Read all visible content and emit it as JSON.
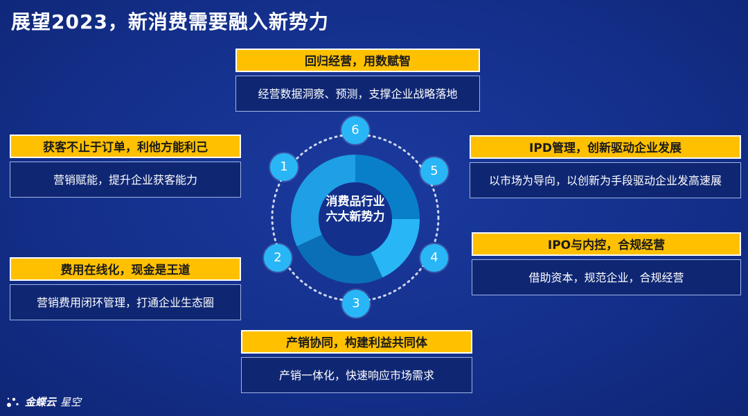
{
  "title": "展望2023，新消费需要融入新势力",
  "center_label": [
    "消费品行业",
    "六大新势力"
  ],
  "logo": {
    "brand": "金蝶云",
    "product": "星空"
  },
  "nodes": [
    "1",
    "2",
    "3",
    "4",
    "5",
    "6"
  ],
  "cards": [
    {
      "head": "回归经营，用数赋智",
      "body": "经营数据洞察、预测，支撑企业战略落地"
    },
    {
      "head": "获客不止于订单，利他方能利己",
      "body": "营销赋能，提升企业获客能力"
    },
    {
      "head": "IPD管理，创新驱动企业发展",
      "body": "以市场为导向，以创新为手段驱动企业发高速展"
    },
    {
      "head": "IPO与内控，合规经营",
      "body": "借助资本，规范企业，合规经营"
    },
    {
      "head": "费用在线化，现金是王道",
      "body": "营销费用闭环管理，打通企业生态圈"
    },
    {
      "head": "产销协同，构建利益共同体",
      "body": "产销一体化，快速响应市场需求"
    }
  ],
  "colors": {
    "accent": "#ffc000",
    "node": "#29b6f6",
    "ring_segments": [
      "#0a7fc9",
      "#29b6f6",
      "#0b6fb8",
      "#1e9fe6"
    ]
  }
}
